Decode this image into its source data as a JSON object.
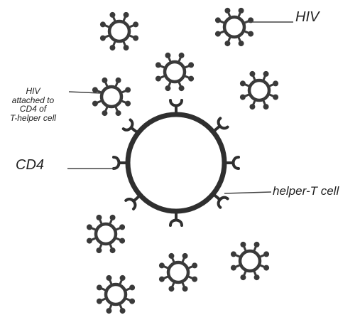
{
  "labels": {
    "hiv": "HIV",
    "hiv_attached_line1": "HIV",
    "hiv_attached_line2": "attached to",
    "hiv_attached_line3": "CD4 of",
    "hiv_attached_line4": "T-helper cell",
    "cd4": "CD4",
    "helper_t_cell": "helper-T cell"
  },
  "colors": {
    "stroke": "#3a3a3a",
    "cell_stroke": "#2f2f2f",
    "background": "#ffffff"
  }
}
